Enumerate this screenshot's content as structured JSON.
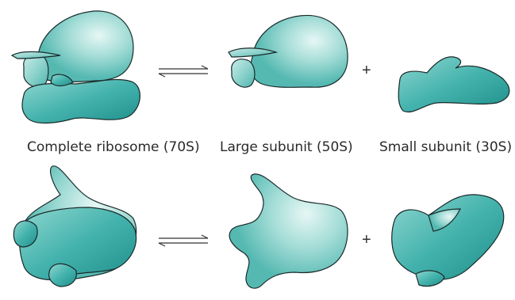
{
  "labels": {
    "complete": "Complete ribosome (70S)",
    "large": "Large subunit (50S)",
    "small": "Small subunit (30S)"
  },
  "operators": {
    "plus_top": "+",
    "plus_bottom": "+"
  },
  "colors": {
    "fill_light": "#9cd9d4",
    "fill_mid": "#5ec1bb",
    "fill_dark": "#2fa3a0",
    "outline": "#1a2b2b"
  }
}
